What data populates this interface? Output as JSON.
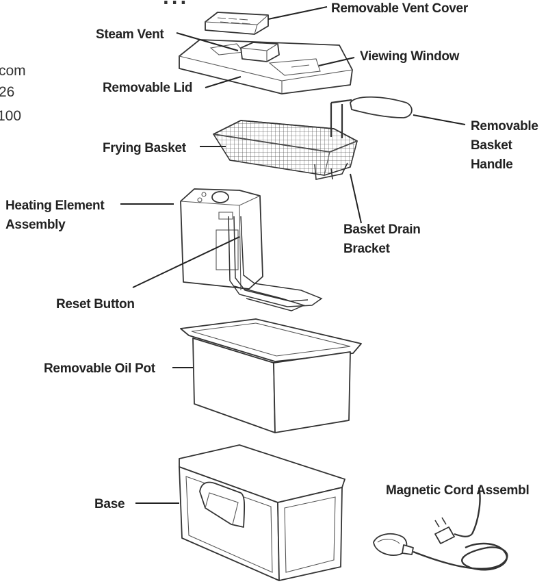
{
  "header": {
    "title_fragment": "...",
    "contact_lines": [
      "com",
      "26",
      "100"
    ]
  },
  "labels": {
    "removable_vent_cover": "Removable Vent Cover",
    "steam_vent": "Steam Vent",
    "viewing_window": "Viewing Window",
    "removable_lid": "Removable Lid",
    "frying_basket": "Frying Basket",
    "removable_basket_handle": [
      "Removable",
      "Basket",
      "Handle"
    ],
    "heating_element_assembly": [
      "Heating Element",
      "Assembly"
    ],
    "basket_drain_bracket": [
      "Basket Drain",
      "Bracket"
    ],
    "reset_button": "Reset Button",
    "removable_oil_pot": "Removable Oil Pot",
    "base": "Base",
    "magnetic_cord_assembly": "Magnetic Cord Assembl"
  },
  "colors": {
    "ink": "#222222",
    "background": "#ffffff"
  }
}
